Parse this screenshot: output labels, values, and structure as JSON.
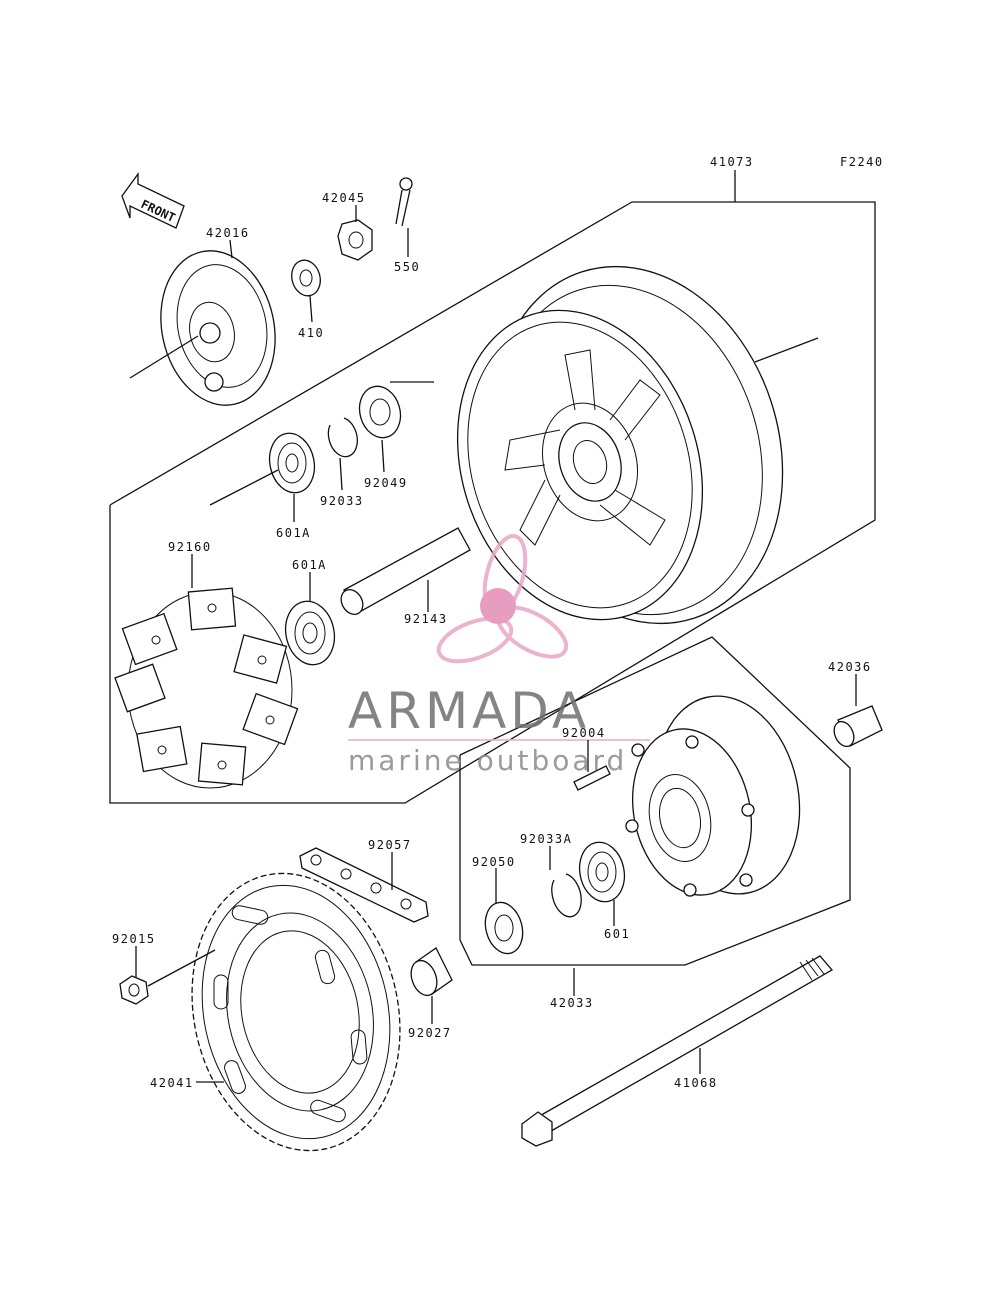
{
  "diagram": {
    "figure_code": "F2240",
    "front_label": "FRONT",
    "parts": {
      "p41073": "41073",
      "p42045": "42045",
      "p42016": "42016",
      "p550": "550",
      "p410": "410",
      "p92049": "92049",
      "p92033": "92033",
      "p601a_top": "601A",
      "p92160": "92160",
      "p601a_mid": "601A",
      "p92143": "92143",
      "p42036": "42036",
      "p92004": "92004",
      "p92057": "92057",
      "p92033a": "92033A",
      "p92050": "92050",
      "p601": "601",
      "p92015": "92015",
      "p42033": "42033",
      "p92027": "92027",
      "p41068": "41068",
      "p42041": "42041"
    }
  },
  "watermark": {
    "brand": "ARMADA",
    "tagline": "marine outboard",
    "colors": {
      "logo": "#e8a6c6",
      "logo_center": "#e38db6",
      "text": "#6f6f6f",
      "rule": "#e6b8cf"
    }
  }
}
